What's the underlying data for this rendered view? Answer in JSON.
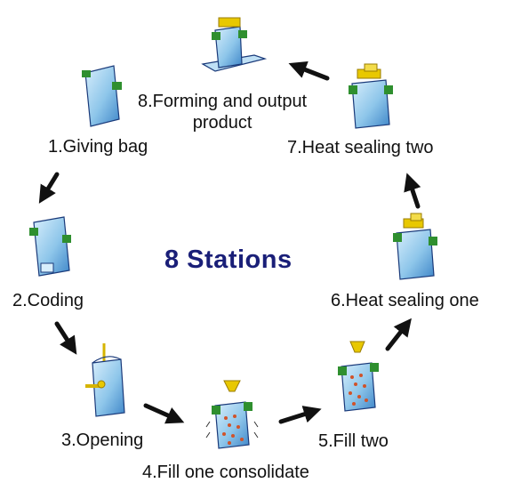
{
  "title": "8 Stations",
  "stations": [
    {
      "label": "1.Giving bag"
    },
    {
      "label": "2.Coding"
    },
    {
      "label": "3.Opening"
    },
    {
      "label": "4.Fill one consolidate"
    },
    {
      "label": "5.Fill two"
    },
    {
      "label": "6.Heat sealing one"
    },
    {
      "label": "7.Heat sealing two"
    },
    {
      "label_line1": "8.Forming and output",
      "label_line2": "product"
    }
  ],
  "colors": {
    "title": "#1a1f78",
    "bag_fill": "#8ec6ea",
    "bag_outline": "#1a3a7a",
    "clip": "#2f8f2f",
    "heater": "#e8c800",
    "arrow": "#111111"
  },
  "icons": [
    "bag-icon",
    "clip-icon",
    "coding-stamp-icon",
    "opening-arm-icon",
    "funnel-icon",
    "heat-sealer-icon",
    "output-tray-icon",
    "cycle-arrow-icon"
  ]
}
